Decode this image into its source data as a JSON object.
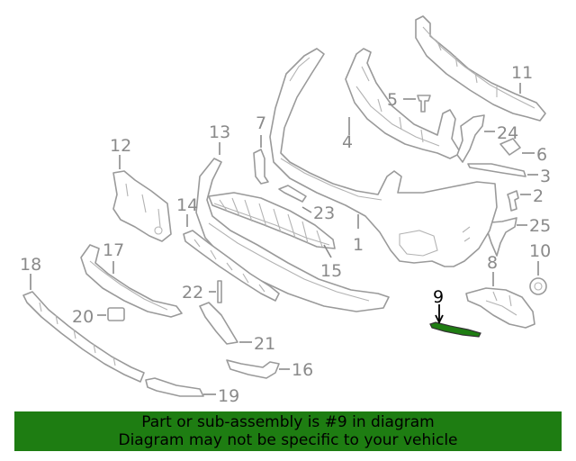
{
  "callouts": [
    {
      "id": "1",
      "label": "1"
    },
    {
      "id": "2",
      "label": "2"
    },
    {
      "id": "3",
      "label": "3"
    },
    {
      "id": "4",
      "label": "4"
    },
    {
      "id": "5",
      "label": "5"
    },
    {
      "id": "6",
      "label": "6"
    },
    {
      "id": "7",
      "label": "7"
    },
    {
      "id": "8",
      "label": "8"
    },
    {
      "id": "9",
      "label": "9",
      "highlighted": true
    },
    {
      "id": "10",
      "label": "10"
    },
    {
      "id": "11",
      "label": "11"
    },
    {
      "id": "12",
      "label": "12"
    },
    {
      "id": "13",
      "label": "13"
    },
    {
      "id": "14",
      "label": "14"
    },
    {
      "id": "15",
      "label": "15"
    },
    {
      "id": "16",
      "label": "16"
    },
    {
      "id": "17",
      "label": "17"
    },
    {
      "id": "18",
      "label": "18"
    },
    {
      "id": "19",
      "label": "19"
    },
    {
      "id": "20",
      "label": "20"
    },
    {
      "id": "21",
      "label": "21"
    },
    {
      "id": "22",
      "label": "22"
    },
    {
      "id": "23",
      "label": "23"
    },
    {
      "id": "24",
      "label": "24"
    },
    {
      "id": "25",
      "label": "25"
    }
  ],
  "banner": {
    "line1": "Part or sub-assembly is #9 in diagram",
    "line2": "Diagram may not be specific to your vehicle"
  },
  "colors": {
    "banner_bg": "#1e7d12",
    "highlight_part": "#1e7d12",
    "line_art": "#9a9a9a"
  }
}
